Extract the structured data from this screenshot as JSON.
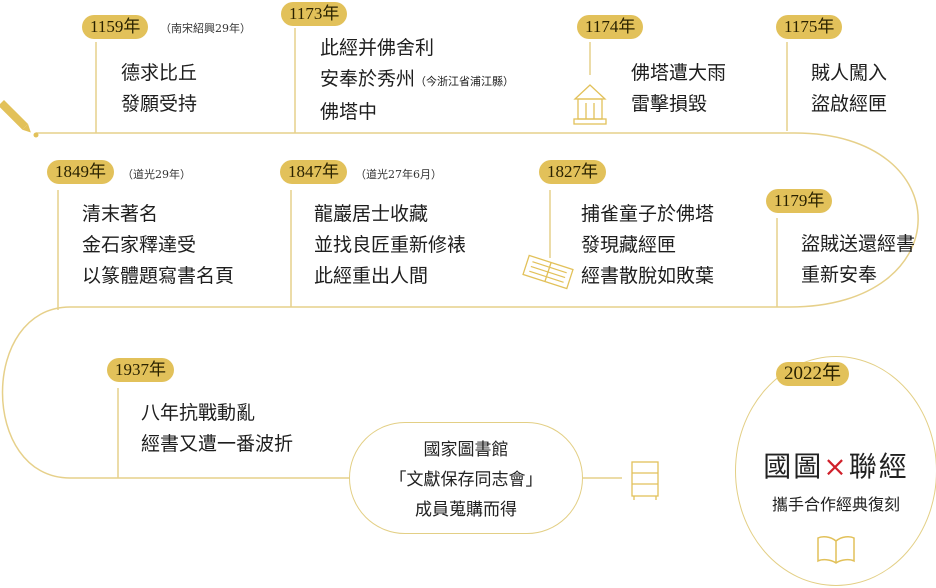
{
  "events": [
    {
      "year": "1159年",
      "note": "（南宋紹興29年）",
      "lines": [
        "德求比丘",
        "發願受持"
      ]
    },
    {
      "year": "1173年",
      "lines": [
        "此經并佛舍利",
        "安奉於秀州",
        "佛塔中"
      ],
      "note": "（今浙江省浦江縣）"
    },
    {
      "year": "1174年",
      "lines": [
        "佛塔遭大雨",
        "雷擊損毀"
      ]
    },
    {
      "year": "1175年",
      "lines": [
        "賊人闖入",
        "盜啟經匣"
      ]
    },
    {
      "year": "1179年",
      "lines": [
        "盜賊送還經書",
        "重新安奉"
      ]
    },
    {
      "year": "1827年",
      "lines": [
        "捕雀童子於佛塔",
        "發現藏經匣",
        "經書散脫如敗葉"
      ]
    },
    {
      "year": "1847年",
      "note": "（道光27年6月）",
      "lines": [
        "龍巖居士收藏",
        "並找良匠重新修裱",
        "此經重出人間"
      ]
    },
    {
      "year": "1849年",
      "note": "（道光29年）",
      "lines": [
        "清末著名",
        "金石家釋達受",
        "以篆體題寫書名頁"
      ]
    },
    {
      "year": "1937年",
      "lines": [
        "八年抗戰動亂",
        "經書又遭一番波折"
      ]
    }
  ],
  "library": {
    "lines": [
      "國家圖書館",
      "「文獻保存同志會」",
      "成員蒐購而得"
    ]
  },
  "final": {
    "year": "2022年",
    "left": "國圖",
    "x": "×",
    "right": "聯經",
    "subtitle": "攜手合作經典復刻"
  },
  "colors": {
    "gold": "#e2c15a",
    "line": "#e3cf85",
    "accent": "#d0202a"
  }
}
